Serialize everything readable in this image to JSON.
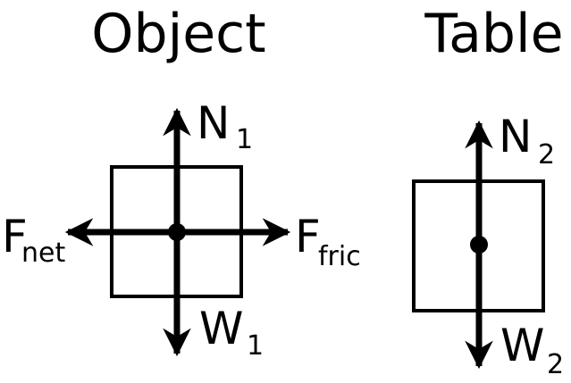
{
  "object": {
    "title": "Object",
    "normal": {
      "main": "N",
      "sub": "1"
    },
    "weight": {
      "main": "W",
      "sub": "1"
    },
    "net_force": {
      "main": "F",
      "sub": "net"
    },
    "friction": {
      "main": "F",
      "sub": "fric"
    }
  },
  "table": {
    "title": "Table",
    "normal": {
      "main": "N",
      "sub": "2"
    },
    "weight": {
      "main": "W",
      "sub": "2"
    }
  }
}
